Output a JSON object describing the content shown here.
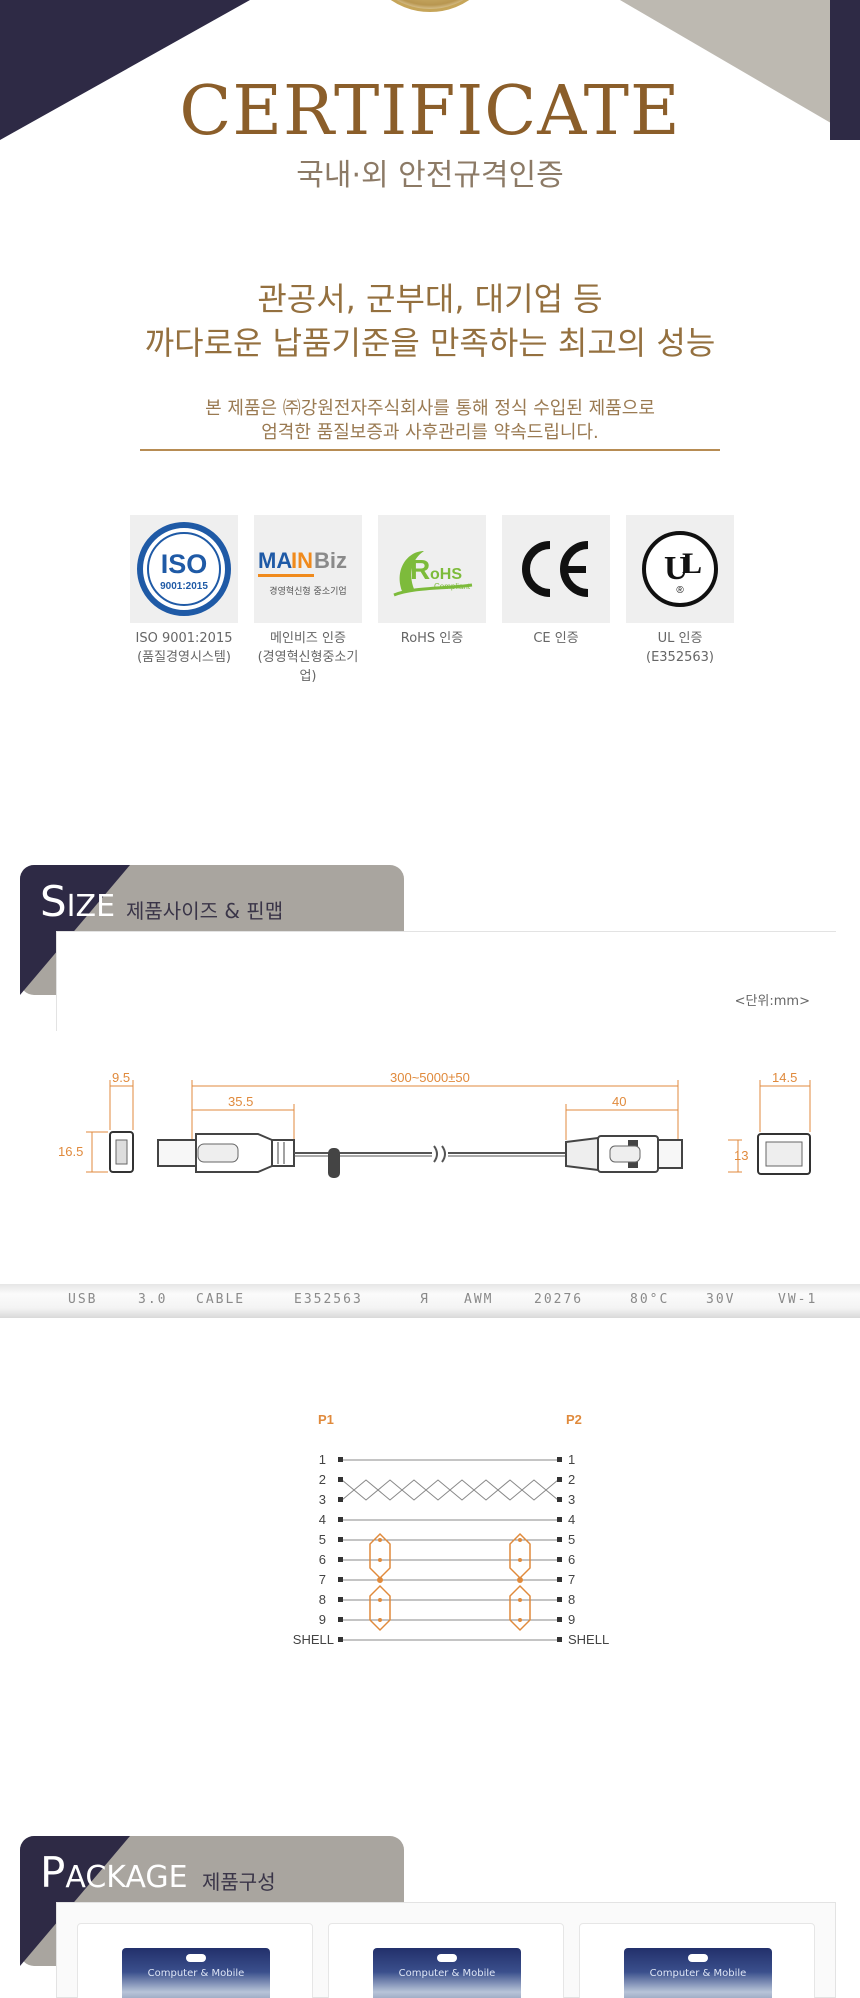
{
  "certificate": {
    "title": "CERTIFICATE",
    "subtitle": "국내·외 안전규격인증",
    "headline_1": "관공서, 군부대, 대기업 등",
    "headline_2": "까다로운 납품기준을 만족하는 최고의 성능",
    "notice_1": "본 제품은 ㈜강원전자주식회사를 통해 정식 수입된 제품으로",
    "notice_2": "엄격한 품질보증과 사후관리를 약속드립니다.",
    "badges": [
      {
        "caption_1": "ISO 9001:2015",
        "caption_2": "(품질경영시스템)",
        "logo_text": "ISO",
        "logo_sub": "9001:2015",
        "icon": "iso-logo"
      },
      {
        "caption_1": "메인비즈 인증",
        "caption_2": "(경영혁신형중소기업)",
        "logo_text": "MAINBiz",
        "logo_sub": "경영혁신형 중소기업",
        "icon": "mainbiz-logo"
      },
      {
        "caption_1": "RoHS 인증",
        "caption_2": "",
        "logo_text": "RoHS",
        "logo_sub": "Compliant",
        "icon": "rohs-logo"
      },
      {
        "caption_1": "CE 인증",
        "caption_2": "",
        "logo_text": "CE",
        "logo_sub": "",
        "icon": "ce-logo"
      },
      {
        "caption_1": "UL 인증",
        "caption_2": "(E352563)",
        "logo_text": "UL",
        "logo_sub": "®",
        "icon": "ul-logo"
      }
    ]
  },
  "size_section": {
    "title_cap": "S",
    "title_rest": "IZE",
    "title_ko": "제품사이즈 & 핀맵",
    "unit": "<단위:mm>",
    "dims": {
      "socket_width": "9.5",
      "socket_height": "16.5",
      "length": "300~5000±50",
      "a_plug": "35.5",
      "b_plug": "40",
      "b_height": "13",
      "b_width": "14.5"
    },
    "cable_print": [
      "USB",
      "3.0",
      "CABLE",
      "E352563",
      "Я",
      "AWM",
      "20276",
      "80°C",
      "30V",
      "VW-1"
    ]
  },
  "pinmap": {
    "left_label": "P1",
    "right_label": "P2",
    "pins": [
      "1",
      "2",
      "3",
      "4",
      "5",
      "6",
      "7",
      "8",
      "9",
      "SHELL"
    ]
  },
  "package_section": {
    "title_cap": "P",
    "title_rest": "ACKAGE",
    "title_ko": "제품구성",
    "items": [
      {
        "label": "Computer & Mobile"
      },
      {
        "label": "Computer & Mobile"
      },
      {
        "label": "Computer & Mobile"
      }
    ]
  },
  "colors": {
    "navy": "#2e2a45",
    "grey": "#a9a59f",
    "gold": "#8b5e2a",
    "dimension_orange": "#e08a3c"
  }
}
